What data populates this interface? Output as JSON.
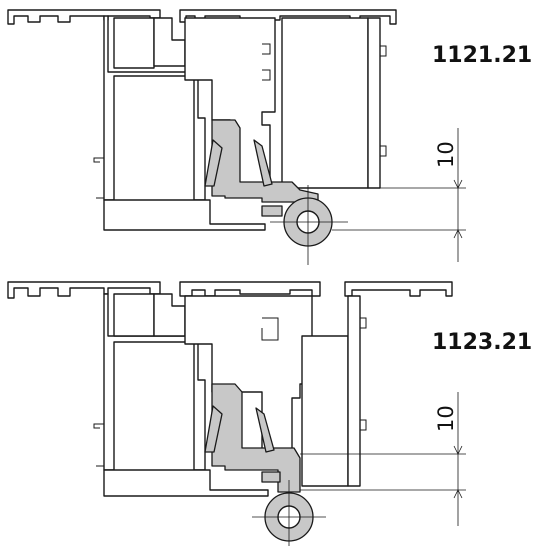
{
  "drawings": [
    {
      "code": "1121.21",
      "dimension": "10"
    },
    {
      "code": "1123.21",
      "dimension": "10"
    }
  ],
  "colors": {
    "line": "#1a1a1a",
    "gasket_fill": "#c8c8c8",
    "background": "#ffffff"
  }
}
